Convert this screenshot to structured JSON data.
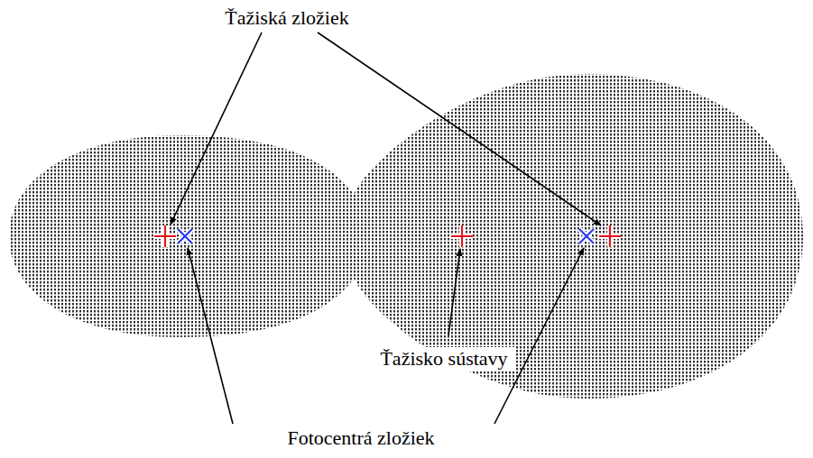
{
  "diagram": {
    "labels": [
      "Ťažiská zložiek",
      "Ťažisko sústavy",
      "Fotocentrá zložiek"
    ]
  }
}
